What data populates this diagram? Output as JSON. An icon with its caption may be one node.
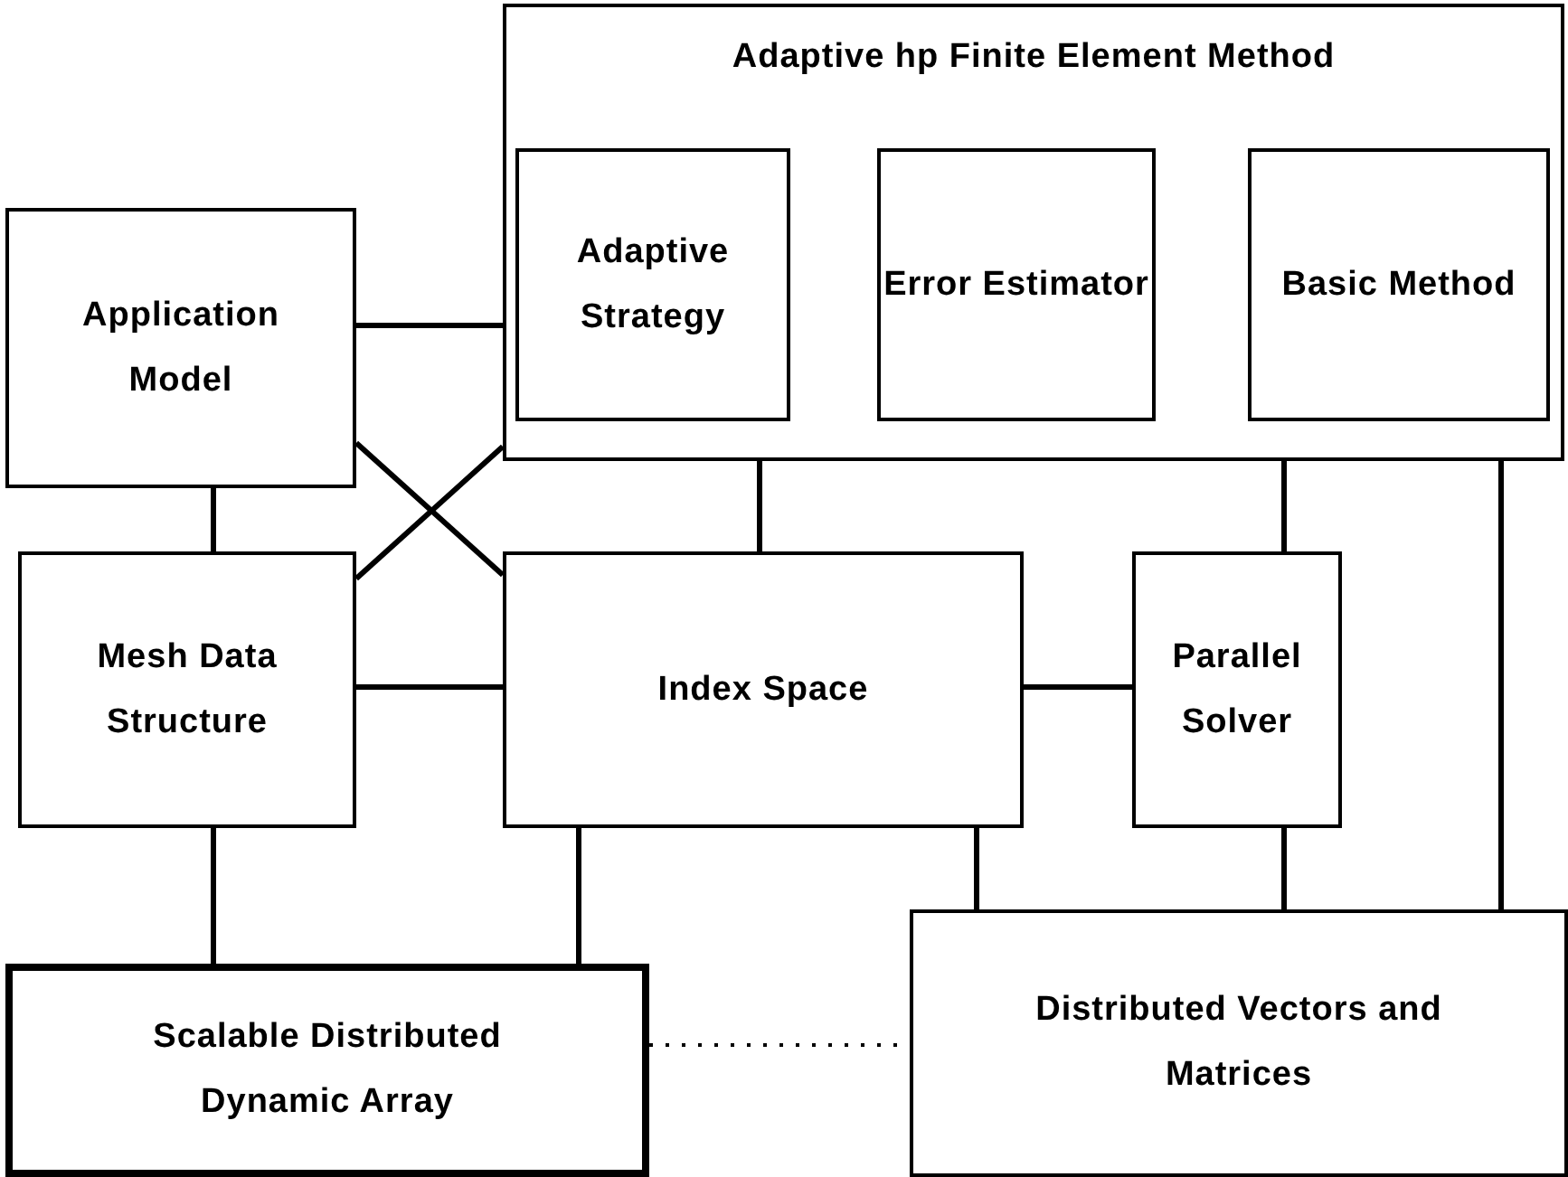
{
  "diagram": {
    "nodes": [
      {
        "text": [
          "Adaptive hp Finite Element Method"
        ]
      },
      {
        "text": [
          "Adaptive Strategy"
        ],
        "in": 0
      },
      {
        "text": [
          "Error Estimator"
        ],
        "in": 0
      },
      {
        "text": [
          "Basic Method"
        ],
        "in": 0
      },
      {
        "text": [
          "Application Model"
        ]
      },
      {
        "text": [
          "Mesh Data Structure"
        ]
      },
      {
        "text": [
          "Index Space"
        ]
      },
      {
        "text": [
          "Parallel Solver"
        ]
      },
      {
        "text": [
          "Scalable Distributed Dynamic Array"
        ]
      },
      {
        "text": [
          "Distributed Vectors and Matrices"
        ]
      }
    ],
    "edges": [
      {
        "from": 4,
        "to": 0,
        "arrow": "none"
      },
      {
        "from": 4,
        "to": 5,
        "arrow": "none"
      },
      {
        "from": 4,
        "to": 6,
        "arrow": "none"
      },
      {
        "from": 5,
        "to": 0,
        "arrow": "none"
      },
      {
        "from": 0,
        "to": 6,
        "arrow": "none"
      },
      {
        "from": 0,
        "to": 7,
        "arrow": "none"
      },
      {
        "from": 0,
        "to": 9,
        "arrow": "none"
      },
      {
        "from": 5,
        "to": 6,
        "arrow": "none"
      },
      {
        "from": 6,
        "to": 7,
        "arrow": "none"
      },
      {
        "from": 5,
        "to": 8,
        "arrow": "none"
      },
      {
        "from": 6,
        "to": 8,
        "arrow": "none"
      },
      {
        "from": 6,
        "to": 9,
        "arrow": "none"
      },
      {
        "from": 7,
        "to": 9,
        "arrow": "none"
      },
      {
        "from": 8,
        "to": 9,
        "arrow": "none",
        "style": "dashed"
      }
    ]
  }
}
